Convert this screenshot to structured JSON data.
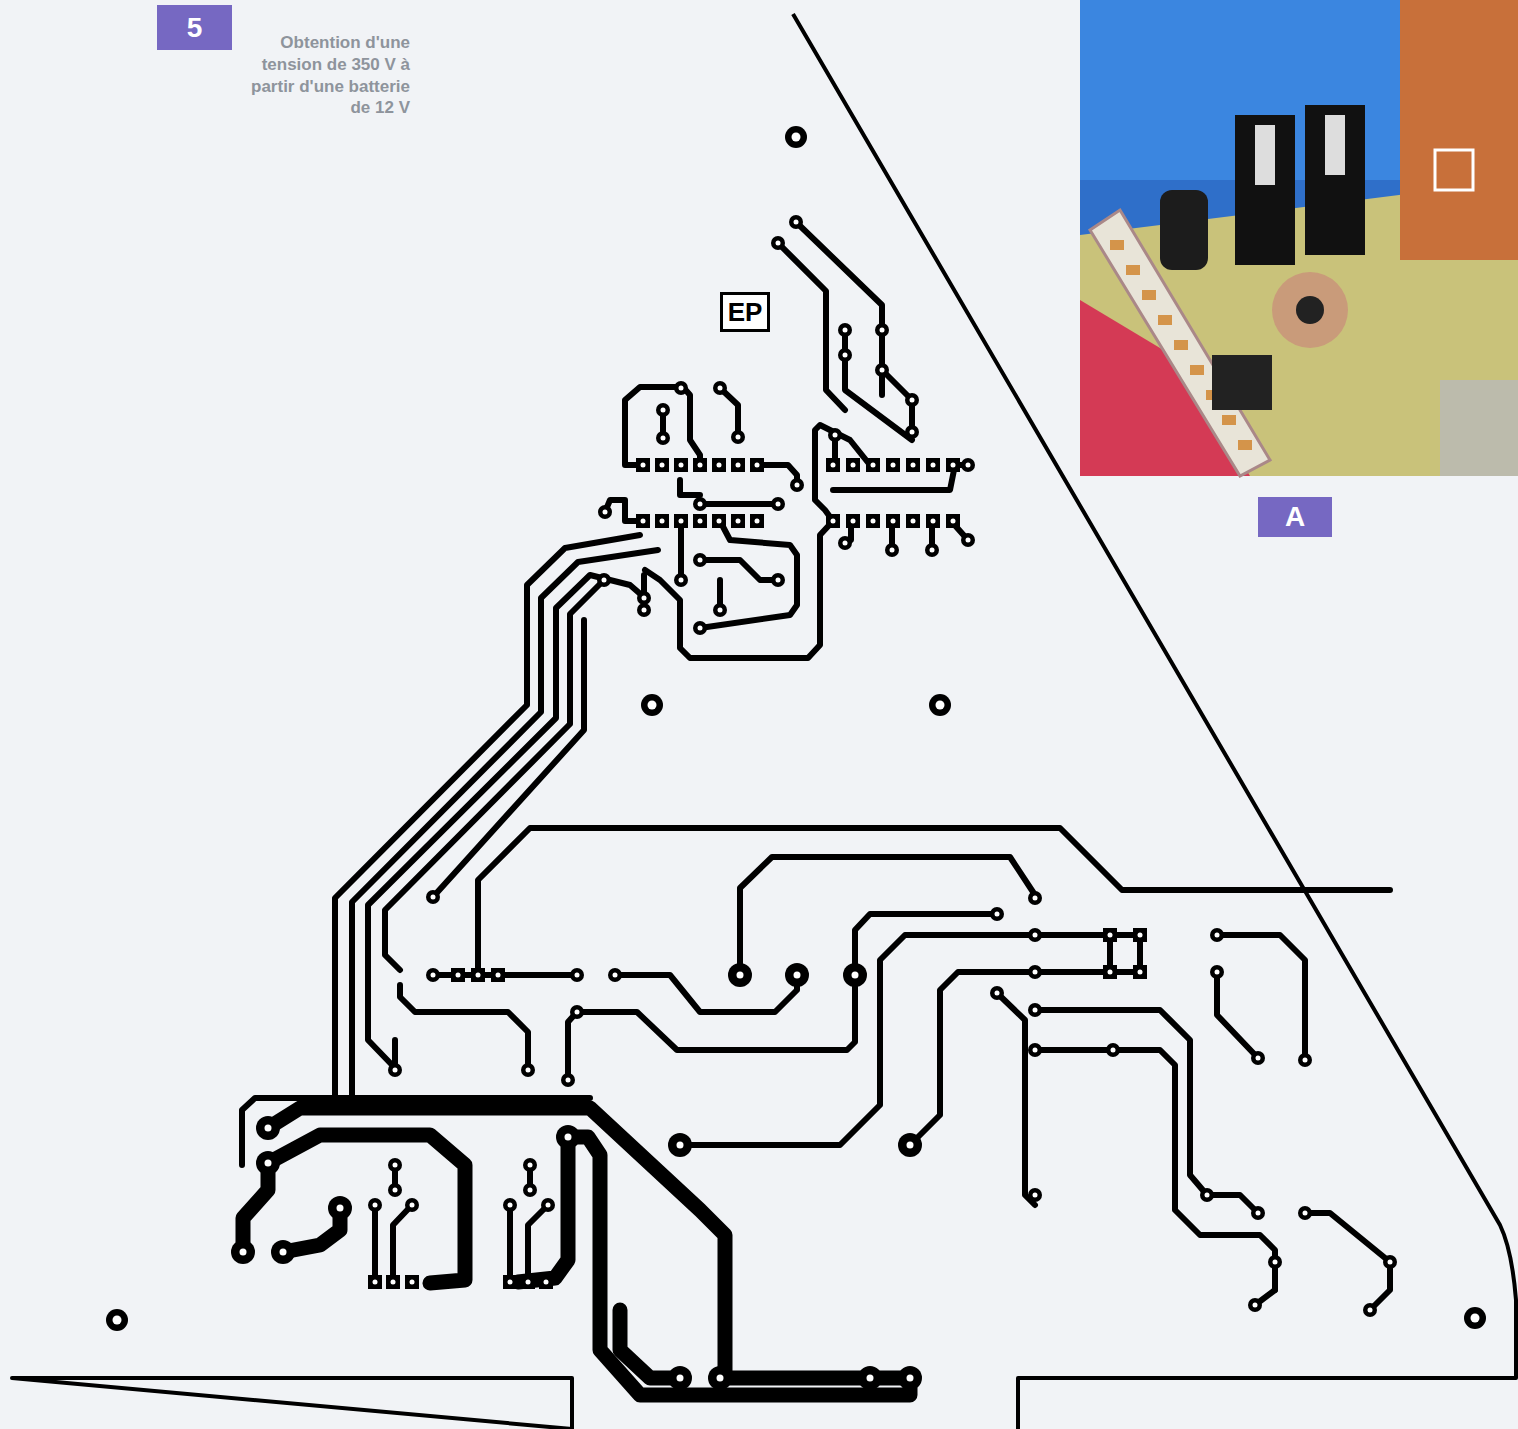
{
  "diagram": {
    "nodes": [
      {
        "text": [
          "5"
        ]
      },
      {
        "text": [
          "EP"
        ]
      },
      {
        "text": [
          "A"
        ]
      }
    ],
    "labels": [
      "Obtention d'une tension de 350 V à partir d'une batterie de 12 V"
    ]
  }
}
